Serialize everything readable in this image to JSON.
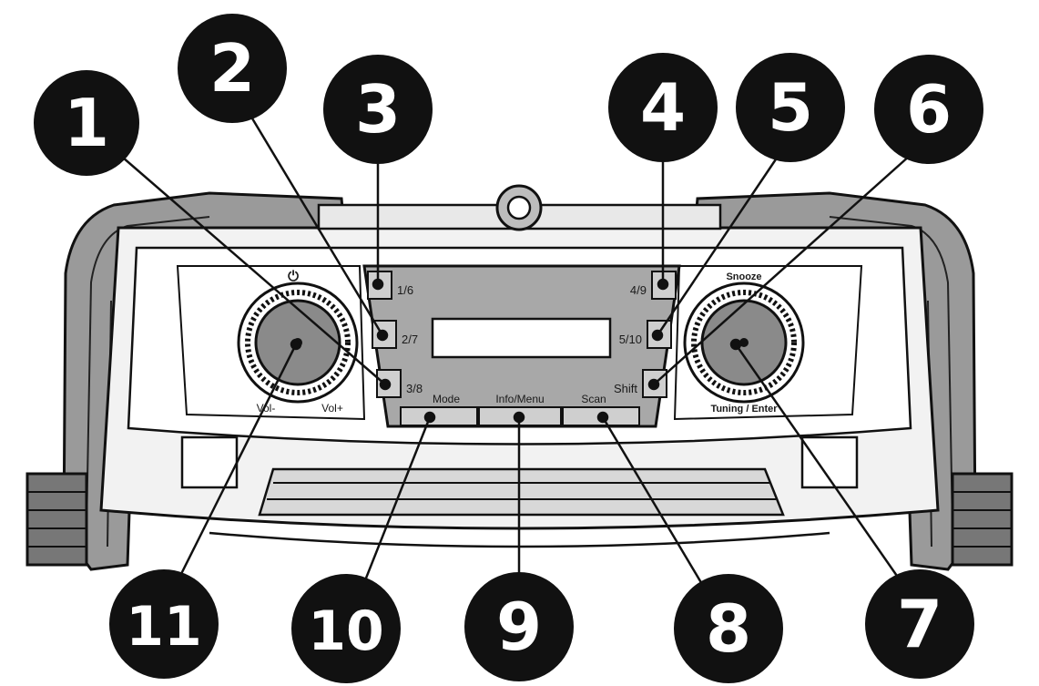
{
  "labels": {
    "power_icon": "⏻",
    "vol_minus": "Vol-",
    "vol_plus": "Vol+",
    "preset_1_6": "1/6",
    "preset_2_7": "2/7",
    "preset_3_8": "3/8",
    "preset_4_9": "4/9",
    "preset_5_10": "5/10",
    "shift": "Shift",
    "mode": "Mode",
    "info_menu": "Info/Menu",
    "scan": "Scan",
    "snooze": "Snooze",
    "tuning_enter": "Tuning / Enter"
  },
  "callouts": [
    "1",
    "2",
    "3",
    "4",
    "5",
    "6",
    "7",
    "8",
    "9",
    "10",
    "11"
  ]
}
